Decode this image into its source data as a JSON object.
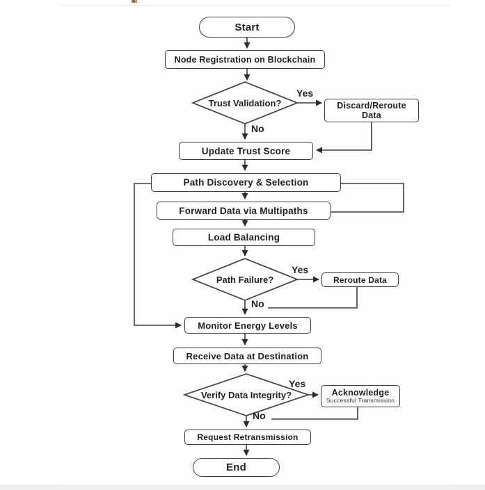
{
  "diagram": {
    "type": "flowchart",
    "colors": {
      "stroke": "#3d3d3d",
      "arrow": "#2b2b2b",
      "text": "#1f1f1f",
      "background": "#ffffff"
    },
    "nodes": {
      "start": {
        "label": "Start",
        "shape": "terminator"
      },
      "node_registration": {
        "label": "Node Registration on Blockchain",
        "shape": "process"
      },
      "trust_validation": {
        "label": "Trust Validation?",
        "shape": "decision"
      },
      "discard_reroute": {
        "lines": [
          "Discard/Reroute",
          "Data"
        ],
        "shape": "process"
      },
      "update_trust": {
        "label": "Update Trust Score",
        "shape": "process"
      },
      "path_discovery": {
        "label": "Path Discovery & Selection",
        "shape": "process"
      },
      "forward_data": {
        "label": "Forward Data via Multipaths",
        "shape": "process"
      },
      "load_balancing": {
        "label": "Load Balancing",
        "shape": "process"
      },
      "path_failure": {
        "label": "Path Failure?",
        "shape": "decision"
      },
      "reroute_data": {
        "label": "Reroute Data",
        "shape": "process"
      },
      "monitor_energy": {
        "label": "Monitor Energy Levels",
        "shape": "process"
      },
      "receive_data": {
        "label": "Receive Data at Destination",
        "shape": "process"
      },
      "verify_integrity": {
        "label": "Verify Data Integrity?",
        "shape": "decision"
      },
      "acknowledge": {
        "label": "Acknowledge",
        "sublabel": "Successful Transmission",
        "shape": "process"
      },
      "request_retransmission": {
        "label": "Request Retransmission",
        "shape": "process"
      },
      "end": {
        "label": "End",
        "shape": "terminator"
      }
    },
    "edge_labels": {
      "trust_yes": "Yes",
      "trust_no": "No",
      "failure_yes": "Yes",
      "failure_no": "No",
      "verify_yes": "Yes",
      "verify_no": "No"
    }
  }
}
